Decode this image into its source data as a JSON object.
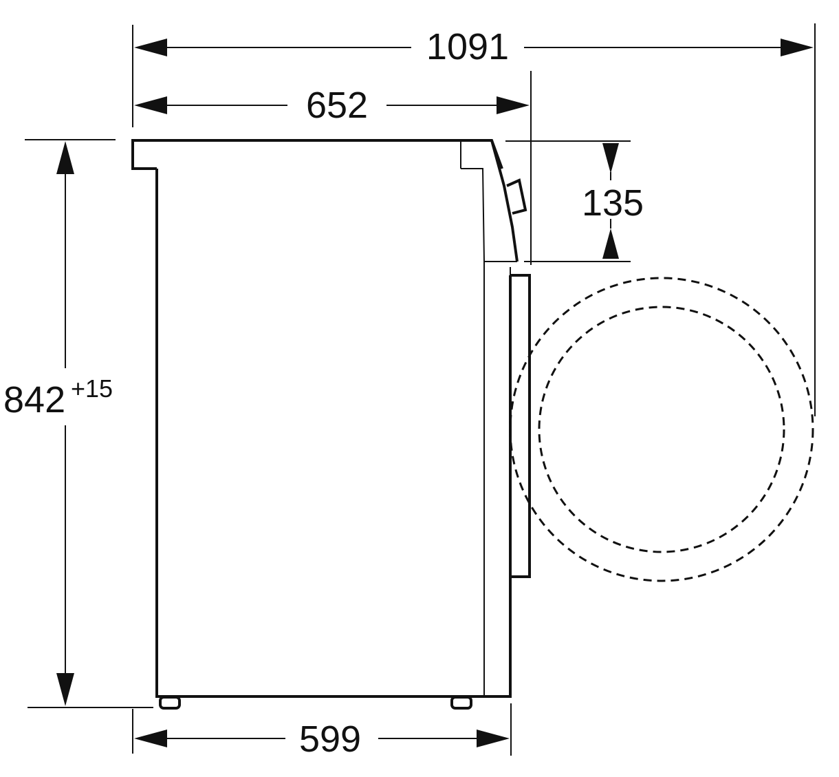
{
  "dimensions": {
    "depth_total": "1091",
    "depth_body": "652",
    "height": "842",
    "height_tolerance": "+15",
    "control_panel_height": "135",
    "width_bottom": "599"
  },
  "colors": {
    "ink": "#111111",
    "background": "#ffffff"
  }
}
